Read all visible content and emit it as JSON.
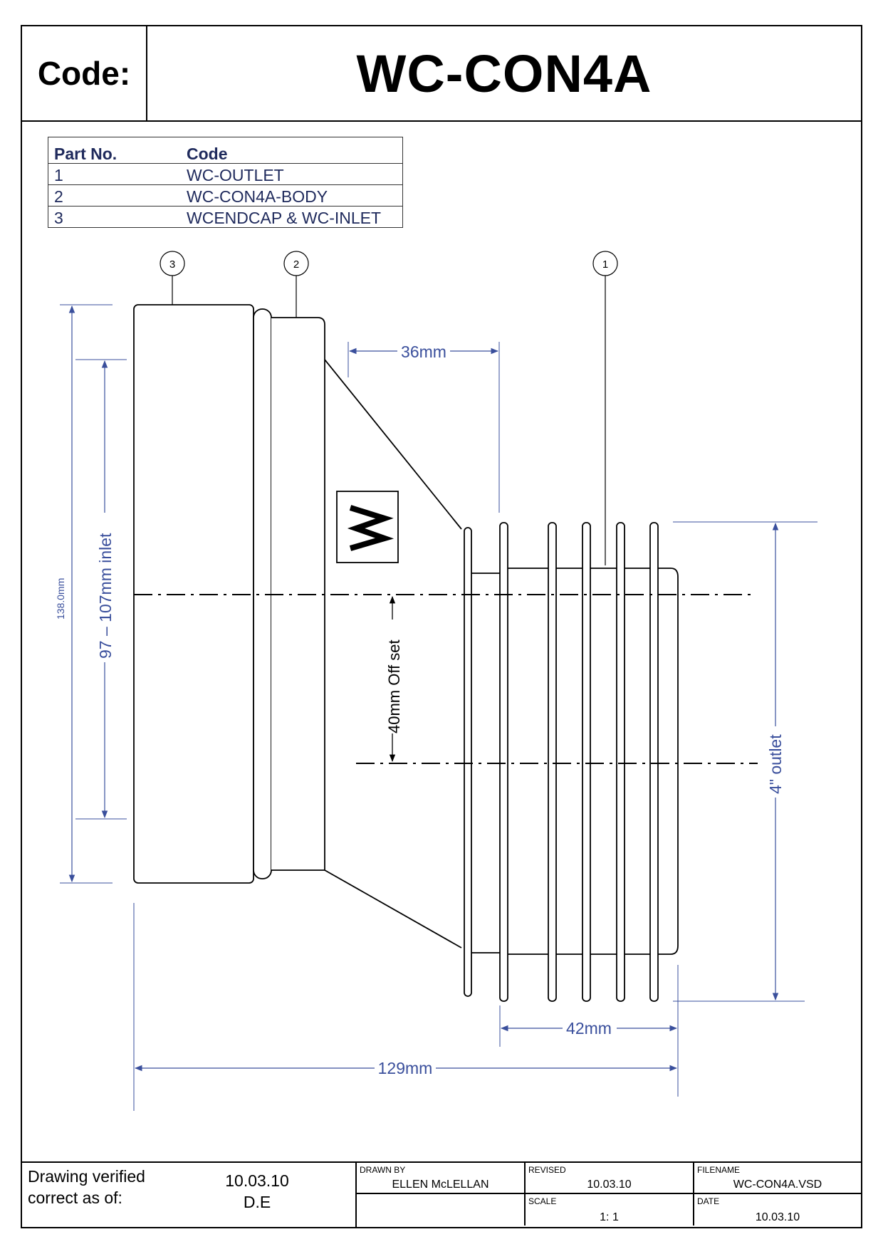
{
  "header": {
    "code_label": "Code:",
    "code_value": "WC-CON4A"
  },
  "parts_table": {
    "headers": [
      "Part No.",
      "Code"
    ],
    "rows": [
      [
        "1",
        "WC-OUTLET"
      ],
      [
        "2",
        "WC-CON4A-BODY"
      ],
      [
        "3",
        "WCENDCAP & WC-INLET"
      ]
    ]
  },
  "balloons": [
    "3",
    "2",
    "1"
  ],
  "dimensions": {
    "overall_height": "138.0mm",
    "inlet": "97 – 107mm inlet",
    "step": "36mm",
    "offset": "40mm Off set",
    "outlet": "4\" outlet",
    "outlet_length": "42mm",
    "overall_length": "129mm"
  },
  "logo_icon": "w-logo-icon",
  "colors": {
    "dimension": "#3a4f9c",
    "line": "#000000"
  },
  "footer": {
    "verified_line1": "Drawing verified",
    "verified_line2": "correct as of:",
    "verified_date": "10.03.10",
    "verified_by": "D.E",
    "drawn_by_label": "DRAWN BY",
    "drawn_by": "ELLEN McLELLAN",
    "revised_label": "REVISED",
    "revised": "10.03.10",
    "filename_label": "FILENAME",
    "filename": "WC-CON4A.VSD",
    "scale_label": "SCALE",
    "scale": "1: 1",
    "date_label": "DATE",
    "date": "10.03.10"
  }
}
